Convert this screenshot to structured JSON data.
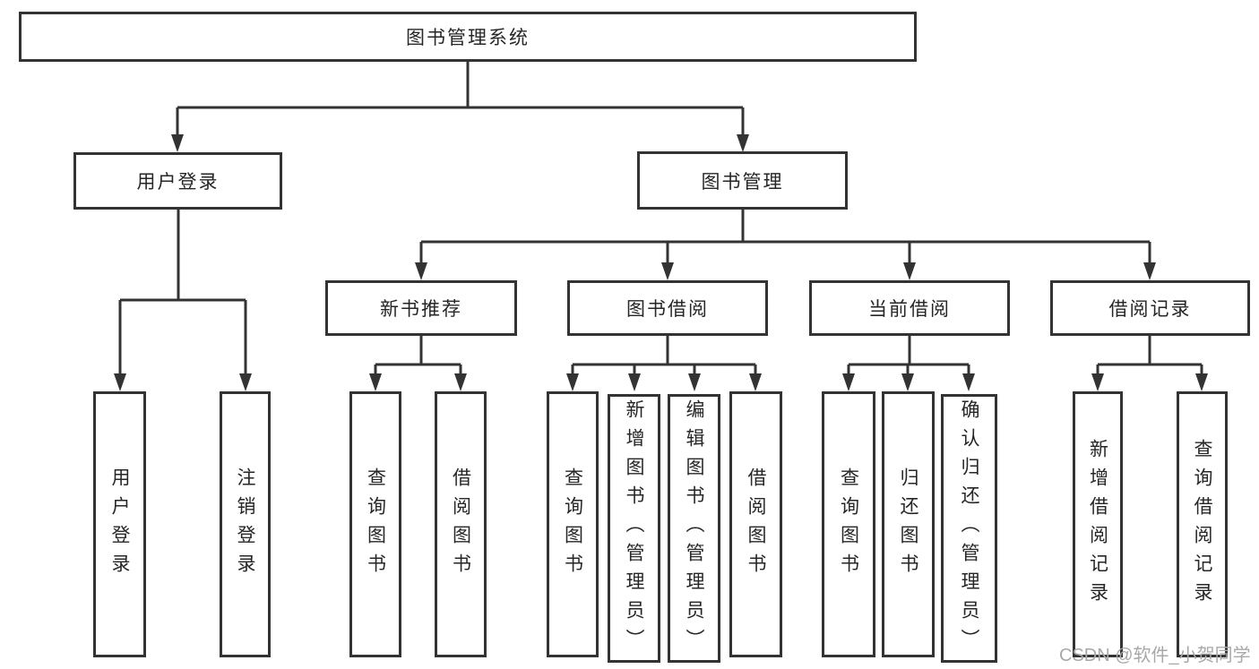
{
  "colors": {
    "line": "#333333",
    "text": "#262626",
    "background": "#ffffff",
    "watermark": "#a8a8a8"
  },
  "watermark": {
    "text": "CSDN @软件_小贺同学"
  },
  "tree": {
    "label": "图书管理系统",
    "children": [
      {
        "label": "用户登录",
        "children": [
          {
            "label": "用户登录"
          },
          {
            "label": "注销登录"
          }
        ]
      },
      {
        "label": "图书管理",
        "children": [
          {
            "label": "新书推荐",
            "children": [
              {
                "label": "查询图书"
              },
              {
                "label": "借阅图书"
              }
            ]
          },
          {
            "label": "图书借阅",
            "children": [
              {
                "label": "查询图书"
              },
              {
                "label": "新增图书（管理员）"
              },
              {
                "label": "编辑图书（管理员）"
              },
              {
                "label": "借阅图书"
              }
            ]
          },
          {
            "label": "当前借阅",
            "children": [
              {
                "label": "查询图书"
              },
              {
                "label": "归还图书"
              },
              {
                "label": "确认归还（管理员）"
              }
            ]
          },
          {
            "label": "借阅记录",
            "children": [
              {
                "label": "新增借阅记录"
              },
              {
                "label": "查询借阅记录"
              }
            ]
          }
        ]
      }
    ]
  }
}
